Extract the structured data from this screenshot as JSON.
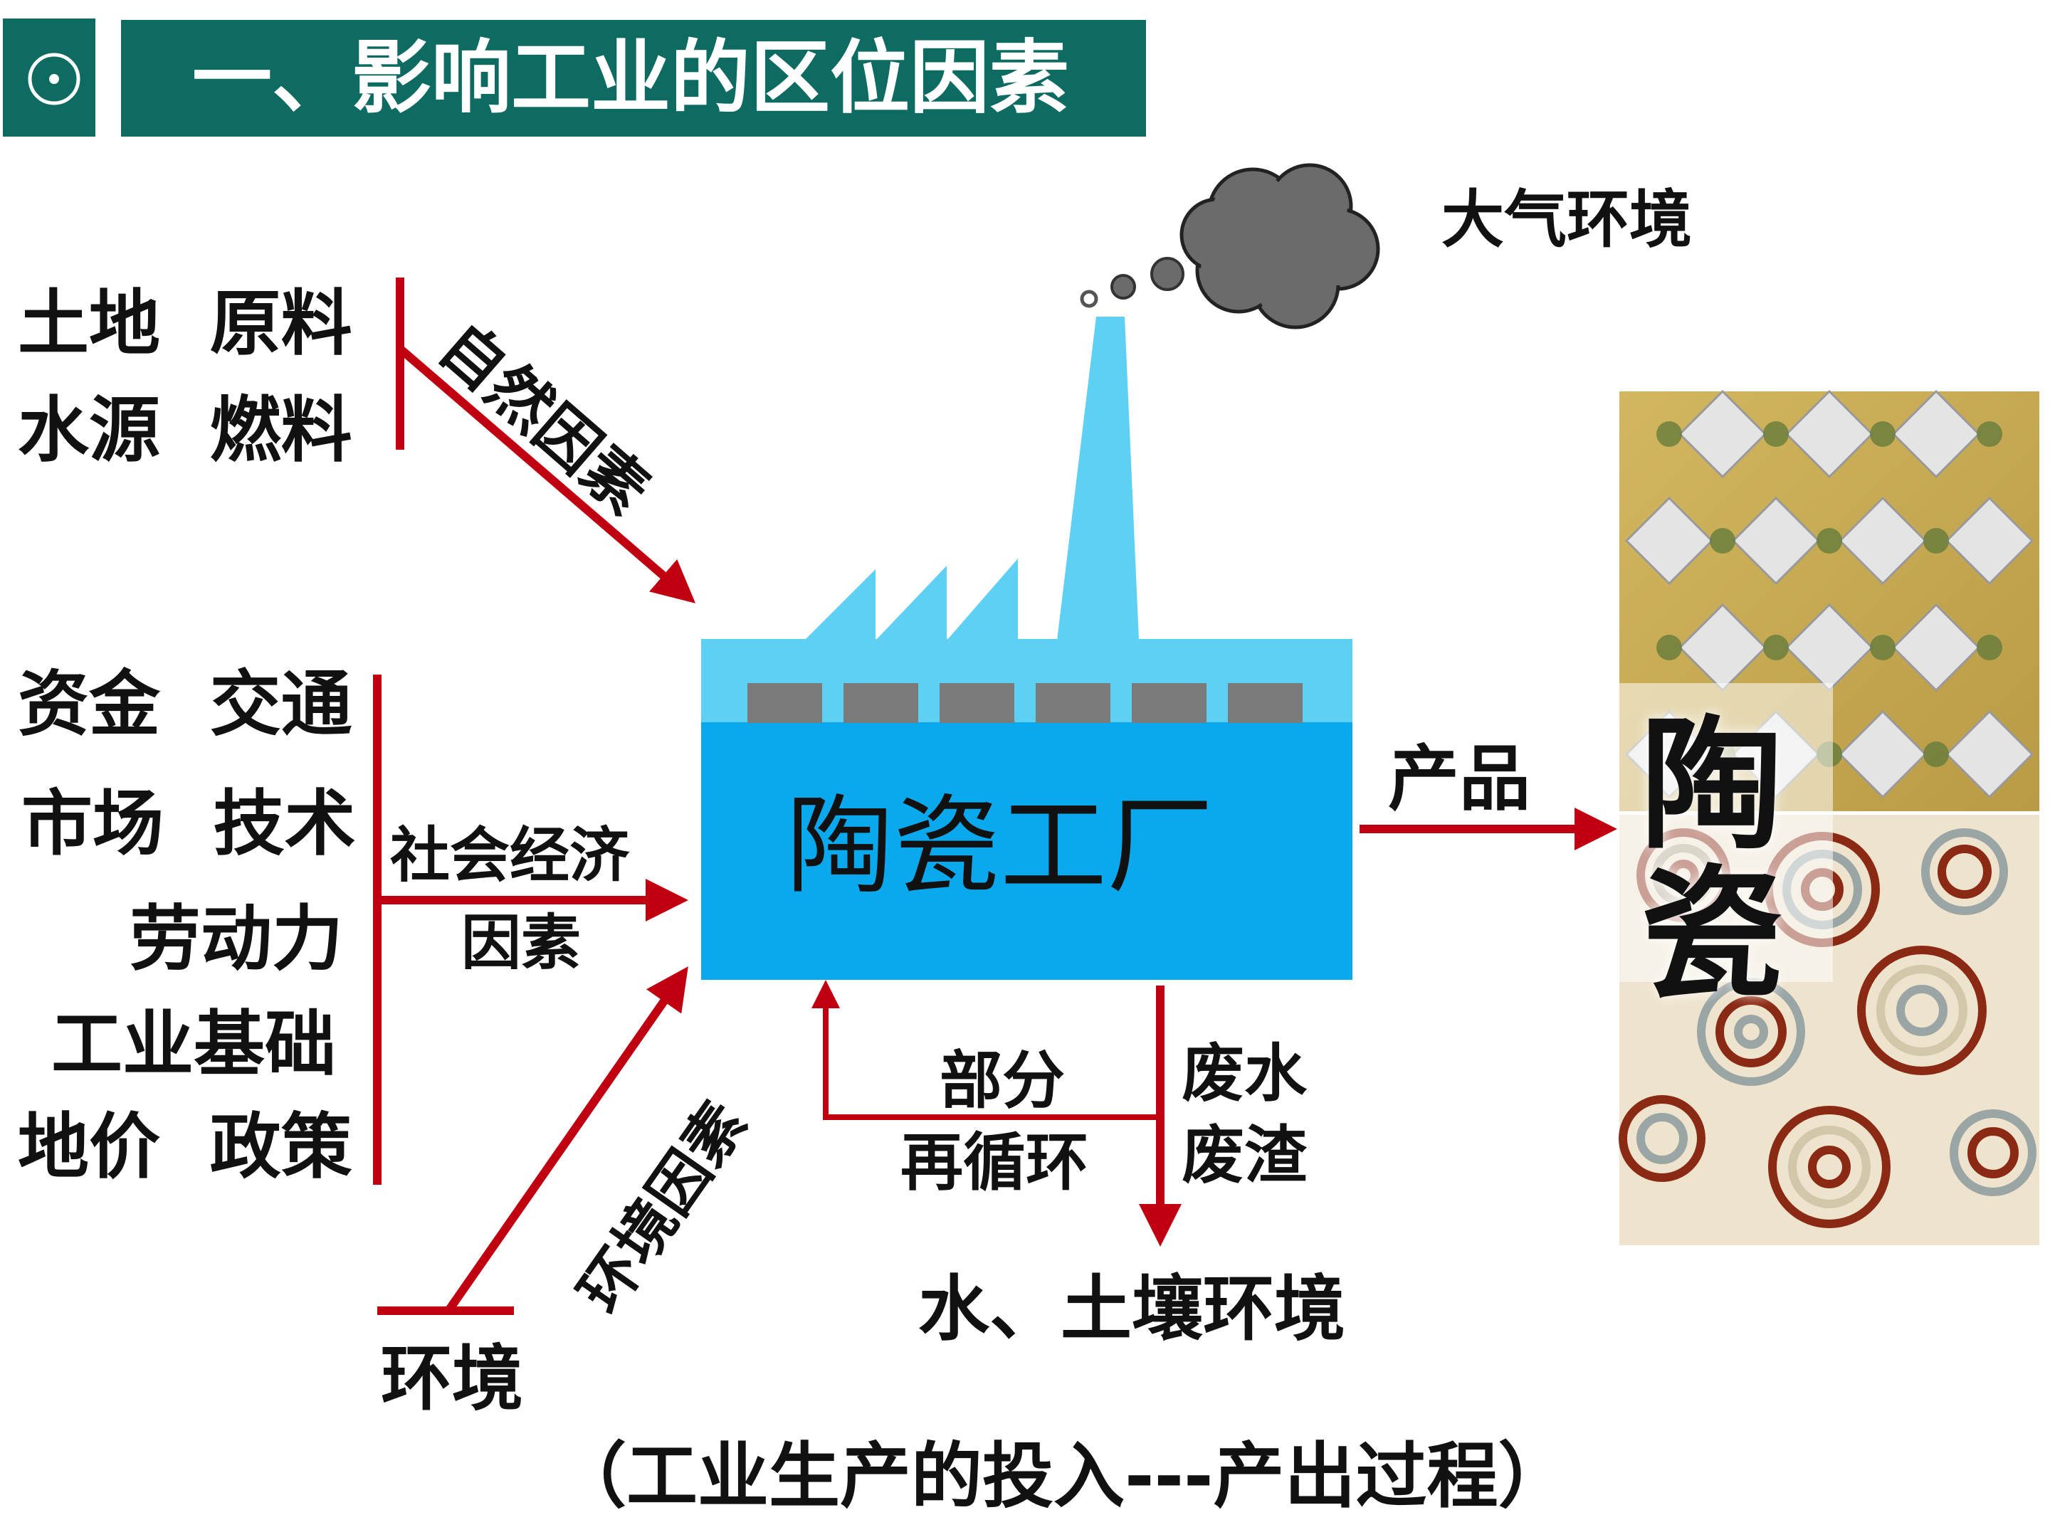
{
  "header": {
    "icon": "target-icon",
    "title": "一、影响工业的区位因素"
  },
  "natural_factors": {
    "row1": "土地  原料",
    "row2": "水源  燃料",
    "arrow_label": "自然因素"
  },
  "social_factors": {
    "row1": "资金  交通",
    "row2": "市场  技术",
    "row3": "劳动力",
    "row4": "工业基础",
    "row5": "地价  政策",
    "arrow_label_line1": "社会经济",
    "arrow_label_line2": "因素"
  },
  "environment": {
    "source_label": "环境",
    "arrow_label": "环境因素"
  },
  "factory": {
    "label": "陶瓷工厂",
    "colors": {
      "body": "#0aa8ec",
      "roof": "#5ed0f4",
      "windows": "#7a7a7a"
    }
  },
  "atmosphere": {
    "label": "大气环境",
    "cloud_color": "#6b6b6b"
  },
  "output": {
    "arrow_label": "产品",
    "product_label": "陶瓷"
  },
  "waste": {
    "recycle_line1": "部分",
    "recycle_line2": "再循环",
    "waste_line1": "废水",
    "waste_line2": "废渣",
    "target_label": "水、土壤环境"
  },
  "caption": "（工业生产的投入---产出过程）",
  "colors": {
    "arrow": "#c00010",
    "header": "#0e6b62"
  }
}
